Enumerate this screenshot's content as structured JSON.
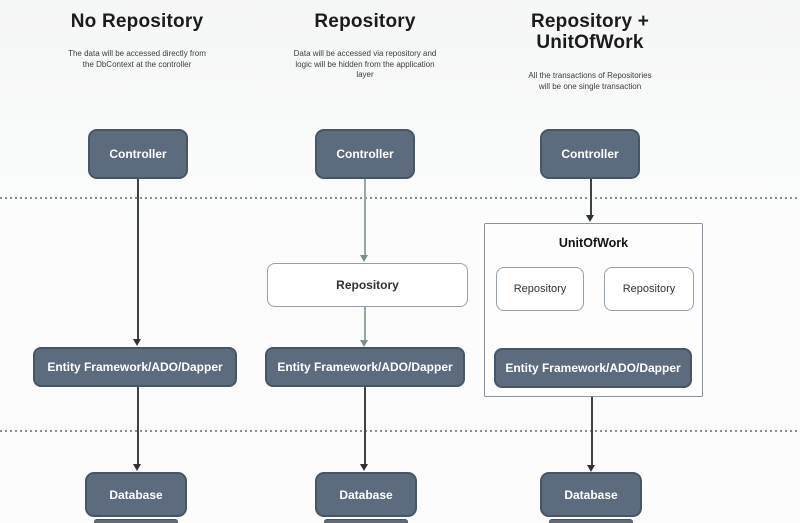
{
  "diagram": {
    "columns": [
      {
        "title": "No Repository",
        "description": "The data will be accessed directly from the DbContext at the controller",
        "nodes": {
          "controller": "Controller",
          "ef": "Entity Framework/ADO/Dapper",
          "database": "Database"
        }
      },
      {
        "title": "Repository",
        "description": "Data will be accessed via repository and logic will be hidden from the application layer",
        "nodes": {
          "controller": "Controller",
          "repository": "Repository",
          "ef": "Entity Framework/ADO/Dapper",
          "database": "Database"
        }
      },
      {
        "title": "Repository + UnitOfWork",
        "description": "All the transactions of Repositories will be one single transaction",
        "nodes": {
          "controller": "Controller",
          "unit_of_work": "UnitOfWork",
          "repository_left": "Repository",
          "repository_right": "Repository",
          "ef": "Entity Framework/ADO/Dapper",
          "database": "Database"
        }
      }
    ],
    "colors": {
      "node_fill": "#5c6b7d",
      "node_border": "#475665",
      "node_text": "#ffffff",
      "light_box_border": "#98a0a7",
      "dark_arrow": "#3d4247",
      "light_arrow": "#97a8a1",
      "dotted_line": "#898e93"
    }
  }
}
